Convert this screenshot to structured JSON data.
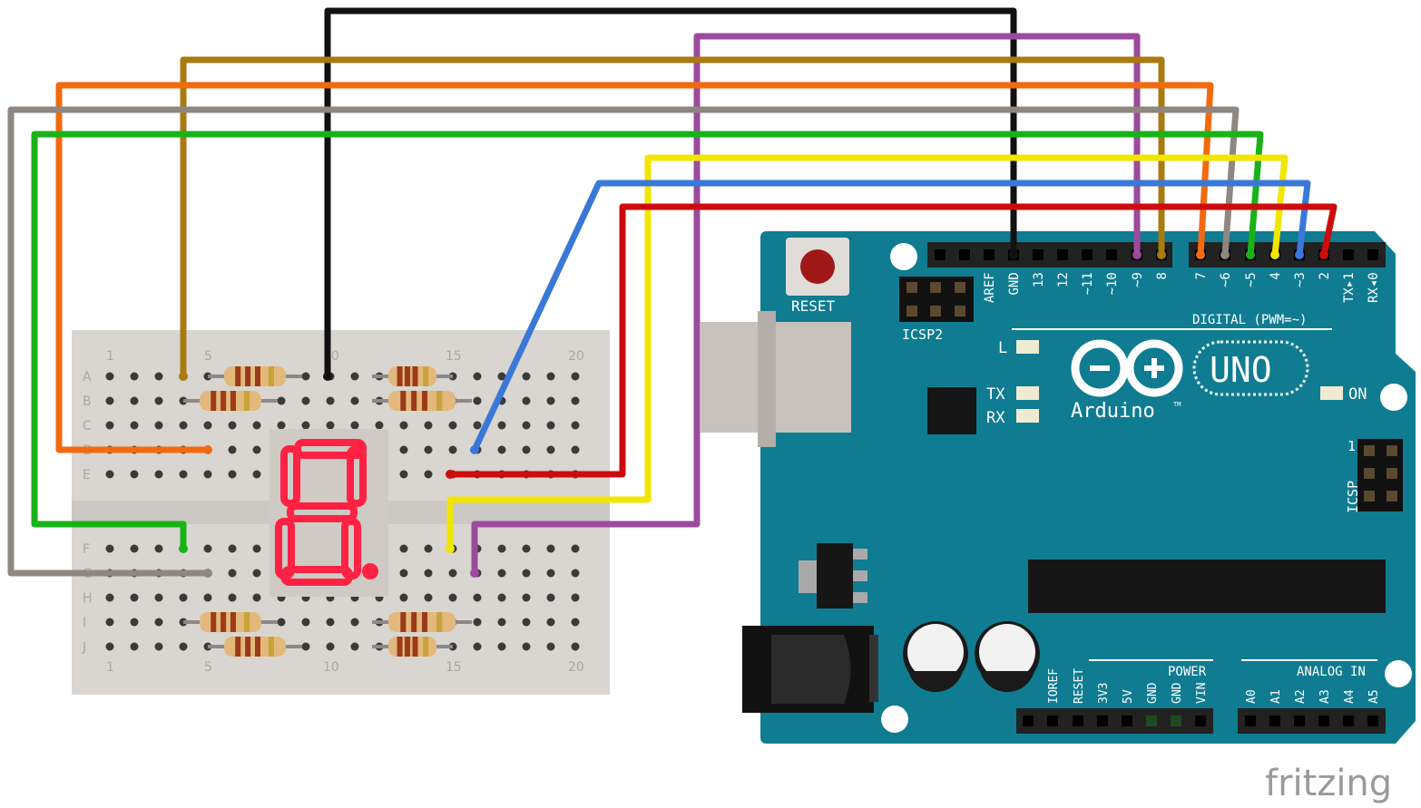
{
  "breadboard": {
    "column_labels": [
      "1",
      "5",
      "10",
      "15",
      "20"
    ],
    "row_labels_top": [
      "A",
      "B",
      "C",
      "D",
      "E"
    ],
    "row_labels_bottom": [
      "F",
      "G",
      "H",
      "I",
      "J"
    ]
  },
  "arduino": {
    "reset_label": "RESET",
    "icsp2_label": "ICSP2",
    "icsp_label": "ICSP",
    "icsp_pin1": "1",
    "digital_label": "DIGITAL (PWM=~)",
    "digital_pins": [
      "AREF",
      "GND",
      "13",
      "12",
      "~11",
      "~10",
      "~9",
      "8",
      "7",
      "~6",
      "~5",
      "4",
      "~3",
      "2",
      "TX▸1",
      "RX◂0"
    ],
    "led_labels": {
      "l": "L",
      "tx": "TX",
      "rx": "RX",
      "on": "ON"
    },
    "logo_text": "Arduino",
    "tm": "TM",
    "uno_text": "UNO",
    "power_label": "POWER",
    "power_pins": [
      "IOREF",
      "RESET",
      "3V3",
      "5V",
      "GND",
      "GND",
      "VIN"
    ],
    "analog_label": "ANALOG IN",
    "analog_pins": [
      "A0",
      "A1",
      "A2",
      "A3",
      "A4",
      "A5"
    ]
  },
  "watermark": "fritzing",
  "colors": {
    "board": "#0f7c92",
    "breadboard": "#d9d5d0",
    "display_segment": "#ff2244",
    "wire_black": "#111111",
    "wire_purple": "#9c4a9c",
    "wire_brown": "#a87a10",
    "wire_orange": "#f26a0e",
    "wire_gray": "#8f8680",
    "wire_green": "#19b219",
    "wire_yellow": "#f2e600",
    "wire_blue": "#3a78d8",
    "wire_red": "#cc0c0c"
  }
}
